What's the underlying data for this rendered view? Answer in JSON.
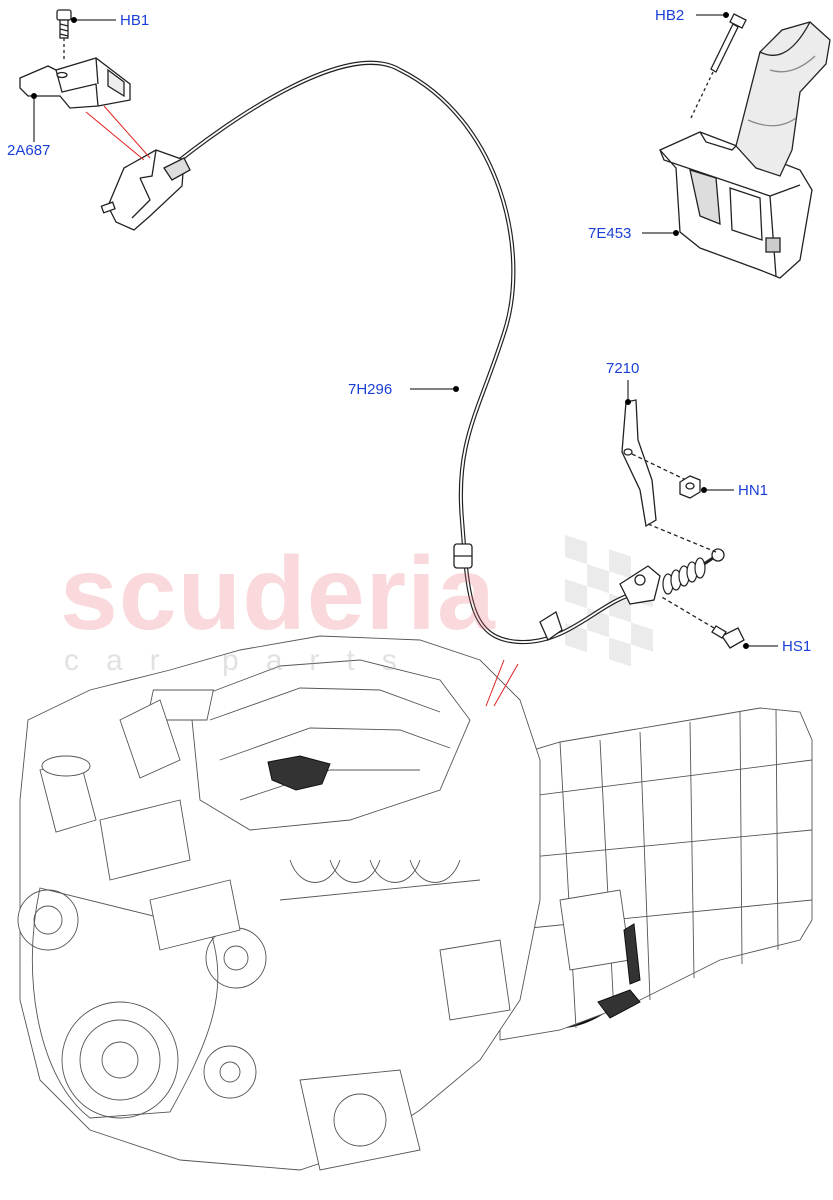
{
  "watermark": {
    "brand": "scuderia",
    "tagline": "car parts",
    "colors": {
      "brand": "#e86e78",
      "tagline": "#aaaaaa",
      "checker": "#c8c8c8"
    }
  },
  "callouts": {
    "hb1": "HB1",
    "a2687": "2A687",
    "hb2": "HB2",
    "e7453": "7E453",
    "h7296": "7H296",
    "p7210": "7210",
    "hn1": "HN1",
    "hs1": "HS1"
  },
  "colors": {
    "callout_text": "#1a3fd6",
    "leader": "#000000",
    "pointer_line": "#e02020",
    "part_line": "#222222"
  }
}
